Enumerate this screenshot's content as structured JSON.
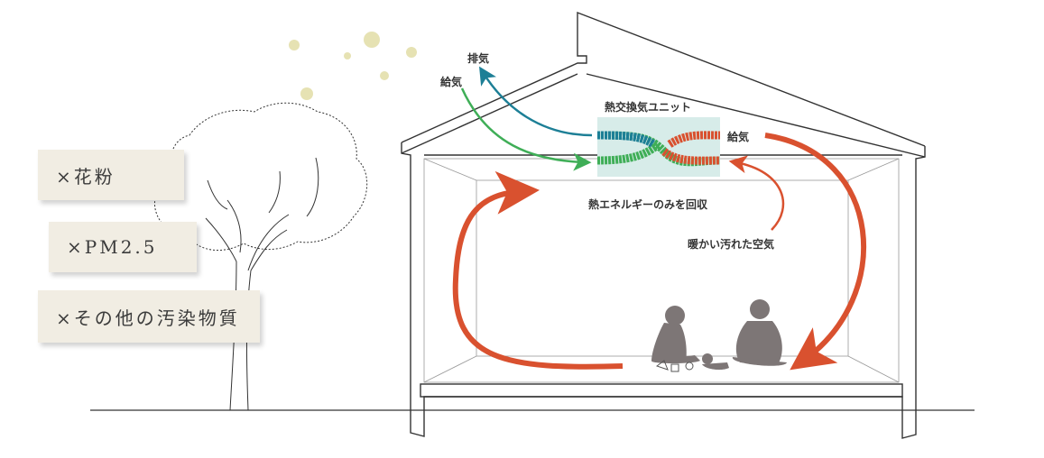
{
  "tags": [
    {
      "text": "×花粉"
    },
    {
      "text": "×PM2.5"
    },
    {
      "text": "×その他の汚染物質"
    }
  ],
  "labels": {
    "exhaust": "排気",
    "supply_outside": "給気",
    "unit_title": "熱交換気ユニット",
    "supply_inside": "給気",
    "heat_only": "熱エネルギーのみを回収",
    "dirty_air": "暖かい汚れた空気"
  },
  "colors": {
    "red": "#d9512f",
    "green": "#3fae57",
    "teal": "#1d7f96",
    "unit_bg": "#d7ece9",
    "line": "#333333",
    "pollen": "#e6e2b3",
    "people": "#7d7676"
  }
}
